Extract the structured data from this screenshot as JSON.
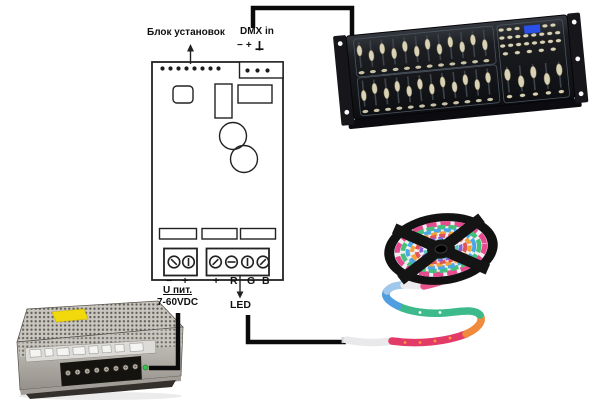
{
  "diagram": {
    "controller": {
      "settings_label": "Блок установок",
      "dmx_label": "DMX in",
      "dmx_pins": [
        "−",
        "+"
      ],
      "power_pins": [
        "−",
        "+"
      ],
      "led_pins": [
        "+",
        "R",
        "G",
        "B"
      ]
    },
    "power_supply": {
      "label": "U пит.",
      "voltage": "7-60VDC"
    },
    "led_strip": {
      "label": "LED"
    }
  },
  "icons": {
    "ground": "earth-ground-symbol",
    "dip_switches": "dip-switch-dots",
    "screw_terminal": "screw-terminal"
  },
  "colors": {
    "background": "#ffffff",
    "wire": "#0a0a0a",
    "text": "#111111",
    "schematic_line": "#222222",
    "lcd": "#2b50e8",
    "fader_knob": "#d9d2b6",
    "psu_sticker": "#f2d90e",
    "psu_terminal_led": "#35c24f",
    "strip_segments": [
      "#e9e9ec",
      "#e23b68",
      "#f08a3c",
      "#3cba8c",
      "#4f9fe0",
      "#9fc8ea",
      "#ececf0",
      "#e8548a"
    ]
  }
}
